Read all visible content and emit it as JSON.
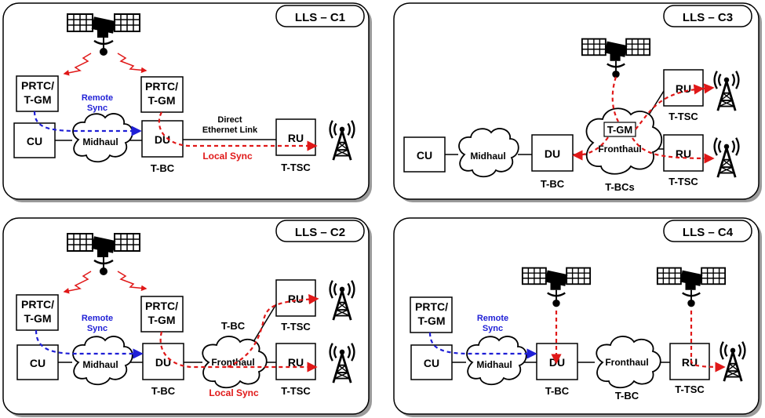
{
  "colors": {
    "remote_sync": "#1f1fd6",
    "local_sync": "#e01818",
    "outline": "#000000",
    "panel_fill": "#ffffff",
    "shadow": "#9a9a9a"
  },
  "icons": {
    "satellite": "satellite-icon",
    "antenna": "antenna-tower-icon",
    "gnss_signal": "gnss-signal-zigzag-icon"
  },
  "panels": [
    {
      "title": "LLS – C1",
      "labels": {
        "prtc_left": [
          "PRTC/",
          "T-GM"
        ],
        "prtc_right": [
          "PRTC/",
          "T-GM"
        ],
        "cu": "CU",
        "midhaul": "Midhaul",
        "du": "DU",
        "du_role": "T-BC",
        "link": [
          "Direct",
          "Ethernet Link"
        ],
        "ru": "RU",
        "ru_role": "T-TSC",
        "remote_sync": [
          "Remote",
          "Sync"
        ],
        "local_sync": "Local Sync"
      }
    },
    {
      "title": "LLS – C2",
      "labels": {
        "prtc_left": [
          "PRTC/",
          "T-GM"
        ],
        "prtc_right": [
          "PRTC/",
          "T-GM"
        ],
        "cu": "CU",
        "midhaul": "Midhaul",
        "du": "DU",
        "du_role": "T-BC",
        "fronthaul": "Fronthaul",
        "fronthaul_role": "T-BC",
        "ru_top": "RU",
        "ru_top_role": "T-TSC",
        "ru_bottom": "RU",
        "ru_bottom_role": "T-TSC",
        "remote_sync": [
          "Remote",
          "Sync"
        ],
        "local_sync": "Local Sync"
      }
    },
    {
      "title": "LLS – C3",
      "labels": {
        "cu": "CU",
        "midhaul": "Midhaul",
        "du": "DU",
        "du_role": "T-BC",
        "tgm": "T-GM",
        "fronthaul": "Fronthaul",
        "fronthaul_role": "T-BCs",
        "ru_top": "RU",
        "ru_top_role": "T-TSC",
        "ru_bottom": "RU",
        "ru_bottom_role": "T-TSC"
      }
    },
    {
      "title": "LLS – C4",
      "labels": {
        "prtc_left": [
          "PRTC/",
          "T-GM"
        ],
        "cu": "CU",
        "midhaul": "Midhaul",
        "du": "DU",
        "du_role": "T-BC",
        "fronthaul": "Fronthaul",
        "fronthaul_role": "T-BC",
        "ru": "RU",
        "ru_role": "T-TSC",
        "remote_sync": [
          "Remote",
          "Sync"
        ]
      }
    }
  ]
}
